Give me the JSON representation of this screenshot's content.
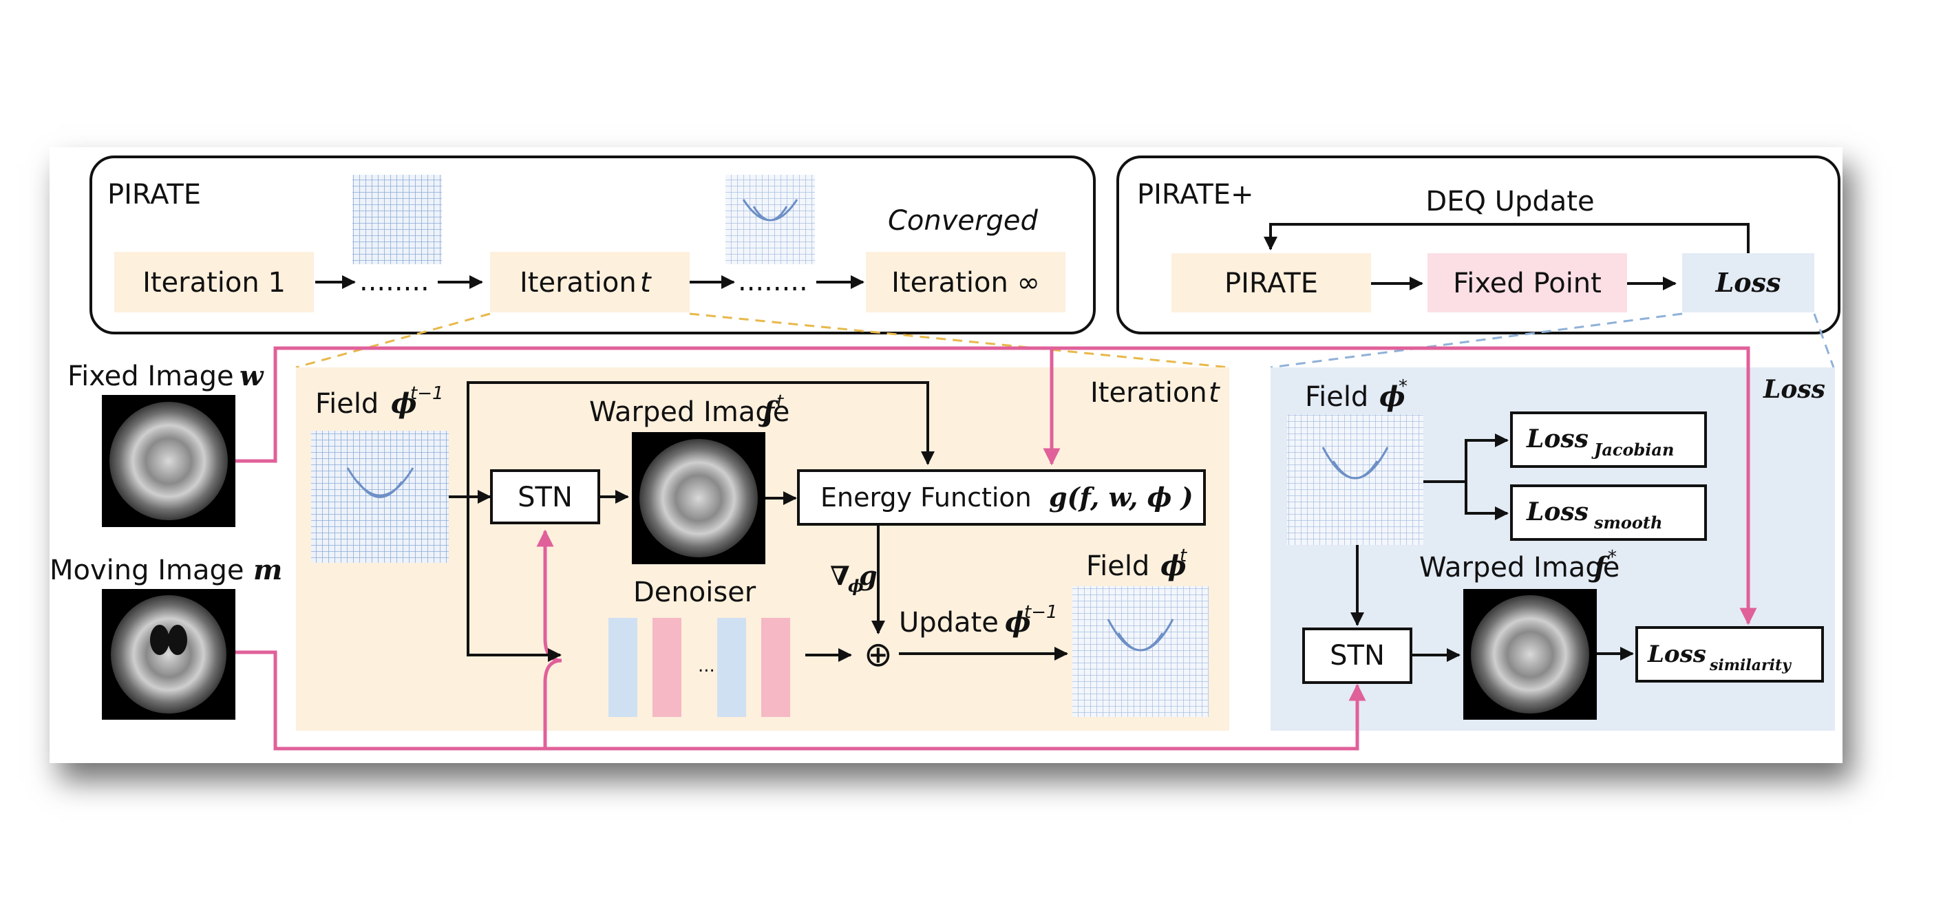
{
  "pirate_panel": {
    "title": "PIRATE",
    "converged": "Converged",
    "iter1": "Iteration 1",
    "dots_a": "........",
    "iter_t": "Iteration",
    "iter_t_var": "t",
    "dots_b": "........",
    "iter_inf": "Iteration ∞"
  },
  "pirate_plus_panel": {
    "title": "PIRATE+",
    "deq_update": "DEQ Update",
    "pirate_box": "PIRATE",
    "fixed_point": "Fixed Point",
    "loss": "Loss"
  },
  "inputs": {
    "fixed_image": "Fixed Image",
    "fixed_var": "w",
    "moving_image": "Moving Image",
    "moving_var": "m"
  },
  "iteration_panel": {
    "title": "Iteration",
    "title_var": "t",
    "field_prev": "Field",
    "field_prev_var": "ϕ",
    "field_prev_sup": "t−1",
    "stn": "STN",
    "warped": "Warped Image",
    "warped_var": "f",
    "warped_sup": "t",
    "energy": "Energy Function",
    "energy_math": "g(f, w, ϕ )",
    "grad": "∇",
    "grad_sub": "ϕ",
    "grad_var": "g",
    "denoiser": "Denoiser",
    "denoiser_dots": "...",
    "oplus": "⊕",
    "update": "Update",
    "update_var": "ϕ",
    "update_sup": "t−1",
    "field_new": "Field",
    "field_new_var": "ϕ",
    "field_new_sup": "t"
  },
  "loss_panel": {
    "label": "Loss",
    "field_star": "Field",
    "field_star_var": "ϕ",
    "field_star_sup": "*",
    "loss_main": "Loss",
    "loss_jacobian_sub": "Jacobian",
    "loss_smooth_sub": "smooth",
    "stn": "STN",
    "warped": "Warped Image",
    "warped_var": "f",
    "warped_sup": "*",
    "loss_similarity_sub": "similarity"
  },
  "colors": {
    "peach": "#fdf0dd",
    "light_blue": "#e3ebf5",
    "pink_box": "#fbdfe4",
    "magenta_line": "#e0609a",
    "dashed_yellow": "#e8b84a",
    "dashed_blue": "#8fb1d8",
    "grid_blue": "#8aaad8",
    "denoiser_blue": "#cfe0f2",
    "denoiser_pink": "#f5b8c4"
  }
}
